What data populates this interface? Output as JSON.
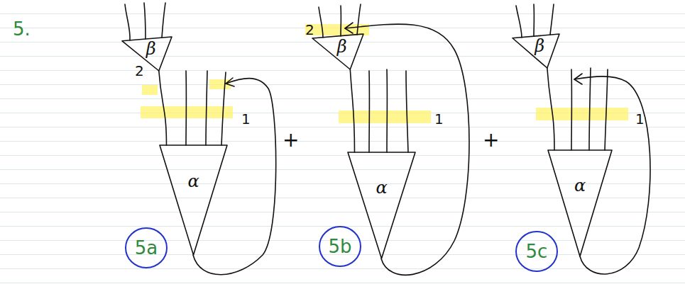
{
  "diagram": {
    "nodes": [
      {
        "text": [
          "β"
        ]
      },
      {
        "text": [
          "α"
        ]
      },
      {
        "text": [
          "5a"
        ]
      },
      {
        "text": [
          "β"
        ]
      },
      {
        "text": [
          "α"
        ]
      },
      {
        "text": [
          "5b"
        ]
      },
      {
        "text": [
          "β"
        ]
      },
      {
        "text": [
          "α"
        ]
      },
      {
        "text": [
          "5c"
        ]
      }
    ],
    "edges": [
      {
        "from": 0,
        "to": 1,
        "arrow": "none"
      },
      {
        "from": 3,
        "to": 4,
        "arrow": "none"
      },
      {
        "from": 6,
        "to": 7,
        "arrow": "none"
      }
    ],
    "labels": [
      "5.",
      "2",
      "1",
      "+",
      "2",
      "1",
      "+",
      "1"
    ]
  }
}
